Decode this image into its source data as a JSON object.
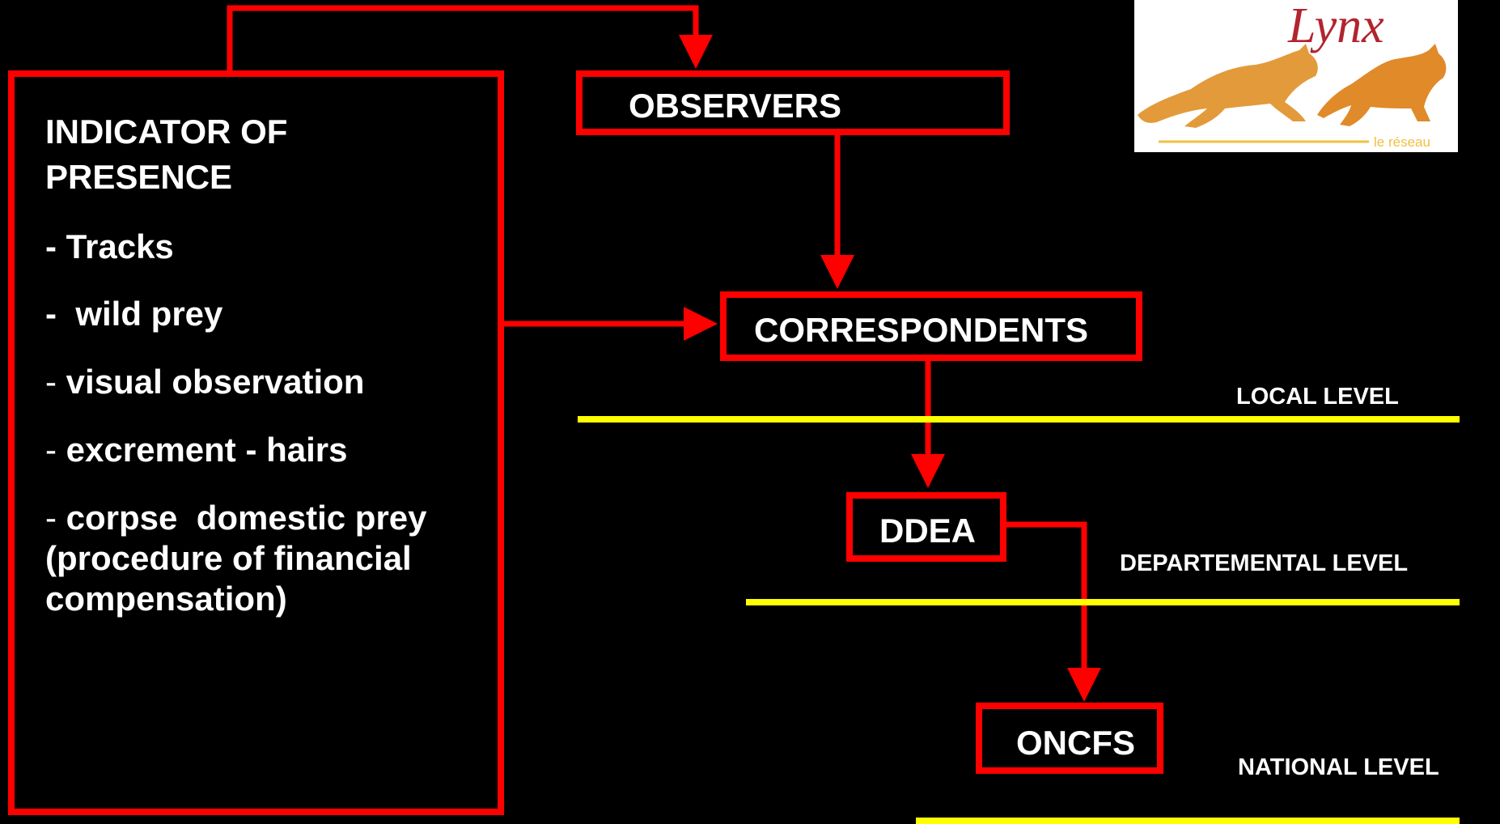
{
  "indicator": {
    "heading_line1": "INDICATOR OF",
    "heading_line2": "PRESENCE",
    "items": [
      {
        "dash": "-",
        "text": " Tracks"
      },
      {
        "dash": "-",
        "text": "  wild prey"
      },
      {
        "dash": "-",
        "text": " visual observation"
      },
      {
        "dash": "-",
        "text": " excrement - hairs"
      },
      {
        "dash": "-",
        "text": " corpse  domestic prey"
      }
    ],
    "continuation_line1": "(procedure of financial",
    "continuation_line2": "compensation)"
  },
  "nodes": {
    "observers": "OBSERVERS",
    "correspondents": "CORRESPONDENTS",
    "ddea": "DDEA",
    "oncfs": "ONCFS"
  },
  "levels": {
    "local": "LOCAL LEVEL",
    "departemental": "DEPARTEMENTAL LEVEL",
    "national": "NATIONAL LEVEL"
  },
  "logo": {
    "title": "Lynx",
    "subtitle": "le réseau"
  },
  "colors": {
    "background": "#000000",
    "box_border": "#ff0000",
    "arrow": "#ff0000",
    "level_line": "#ffff00",
    "text": "#ffffff"
  }
}
